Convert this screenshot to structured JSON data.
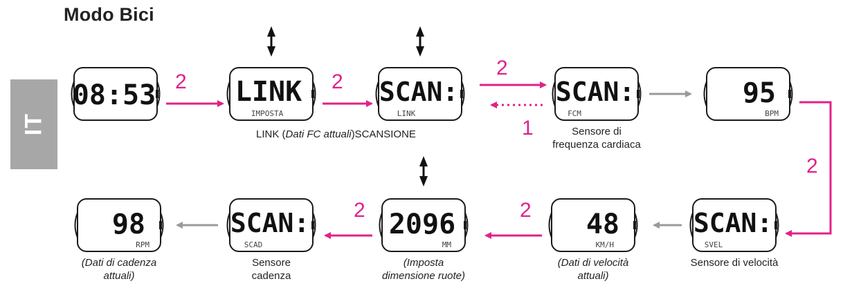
{
  "title": "Modo Bici",
  "language_tab": "IT",
  "colors": {
    "accent": "#e0218a",
    "gray_arrow": "#9a9a9a",
    "dark": "#111111"
  },
  "icons": {
    "up_down_arrow": "up-down-arrow-icon"
  },
  "screens": [
    {
      "id": "time",
      "main": "08:53",
      "sub": ""
    },
    {
      "id": "link",
      "main": "LINK",
      "sub": "IMPOSTA"
    },
    {
      "id": "scan-link",
      "main": "SCAN:",
      "sub": "LINK"
    },
    {
      "id": "scan-fcm",
      "main": "SCAN:",
      "sub": "FCM"
    },
    {
      "id": "bpm",
      "main": "95",
      "sub": "BPM"
    },
    {
      "id": "scan-svel",
      "main": "SCAN:",
      "sub": "SVEL"
    },
    {
      "id": "speed",
      "main": "48",
      "sub": "KM/H"
    },
    {
      "id": "wheel",
      "main": "2096",
      "sub": "MM"
    },
    {
      "id": "scan-scad",
      "main": "SCAN:",
      "sub": "SCAD"
    },
    {
      "id": "cadence",
      "main": "98",
      "sub": "RPM"
    }
  ],
  "step_labels": [
    "2",
    "2",
    "2",
    "1",
    "2",
    "2",
    "2"
  ],
  "captions": {
    "link_prefix": "LINK (",
    "link_italic": "Dati FC attuali",
    "link_suffix": ")SCANSIONE",
    "hr_sensor_1": "Sensore di",
    "hr_sensor_2": "frequenza cardiaca",
    "speed_sensor": "Sensore di velocità",
    "speed_data_1": "(Dati di velocità",
    "speed_data_2": "attuali)",
    "wheel_1": "(Imposta",
    "wheel_2": "dimensione ruote)",
    "cad_sensor_1": "Sensore",
    "cad_sensor_2": "cadenza",
    "cad_data_1": "(Dati di cadenza",
    "cad_data_2": "attuali)"
  }
}
